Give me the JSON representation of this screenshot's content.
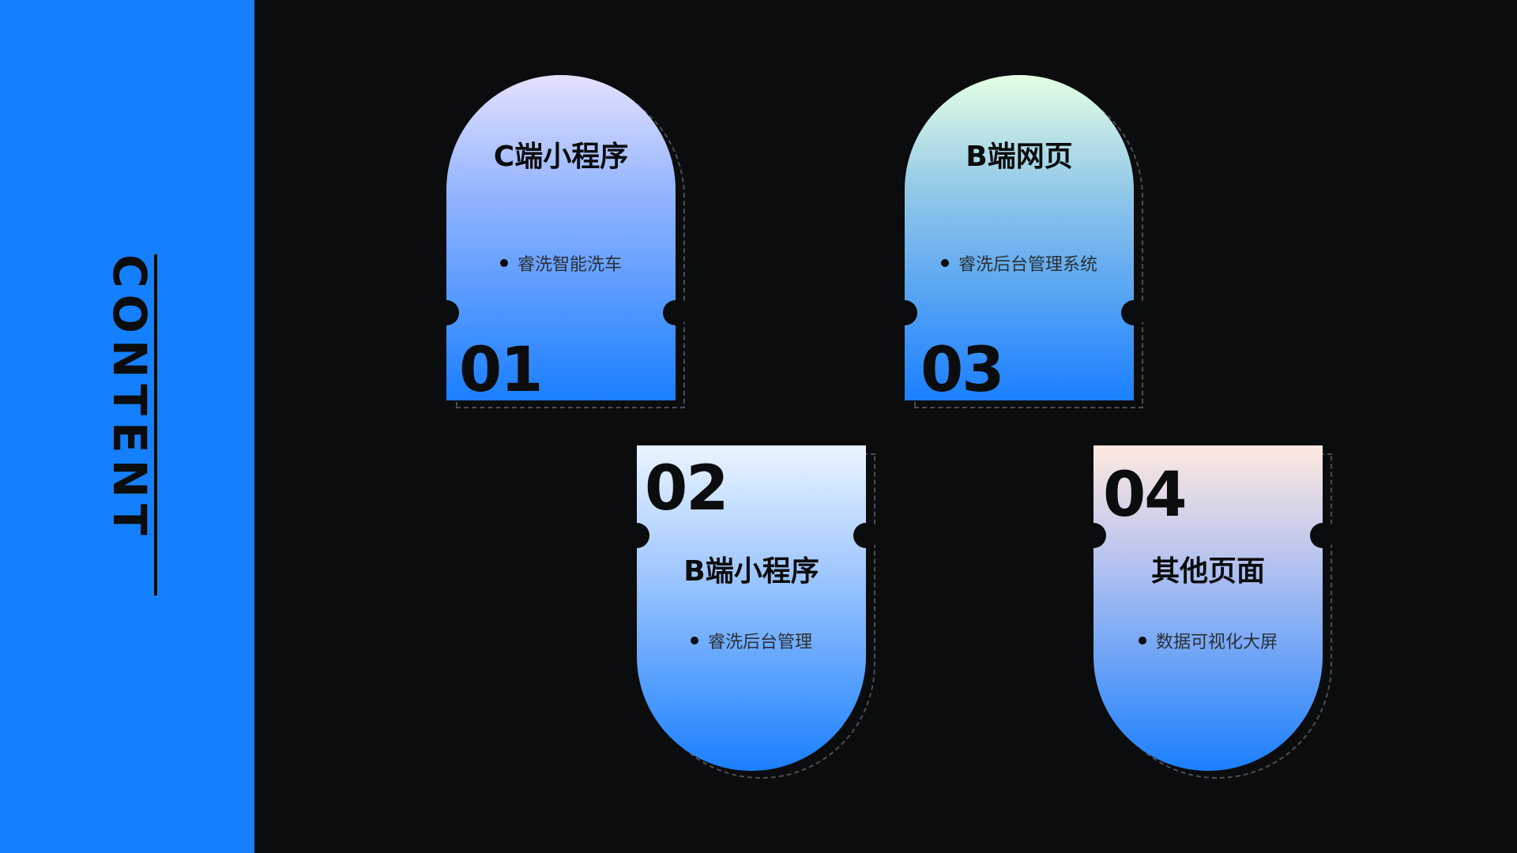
{
  "sidebar": {
    "title": "CONTENT",
    "background": "#1580ff"
  },
  "cards": [
    {
      "number": "01",
      "title": "C端小程序",
      "bullet": "睿洗智能洗车",
      "gradient": [
        "#e4e1ff",
        "#1a7fff"
      ]
    },
    {
      "number": "02",
      "title": "B端小程序",
      "bullet": "睿洗后台管理",
      "gradient": [
        "#eaf5ff",
        "#1a7fff"
      ]
    },
    {
      "number": "03",
      "title": "B端网页",
      "bullet": "睿洗后台管理系统",
      "gradient": [
        "#e6ffe4",
        "#1a7fff"
      ]
    },
    {
      "number": "04",
      "title": "其他页面",
      "bullet": "数据可视化大屏",
      "gradient": [
        "#ffe9df",
        "#1a7fff"
      ]
    }
  ],
  "colors": {
    "background": "#0b0c0d",
    "accent": "#1580ff",
    "text": "#0b0c0d"
  }
}
